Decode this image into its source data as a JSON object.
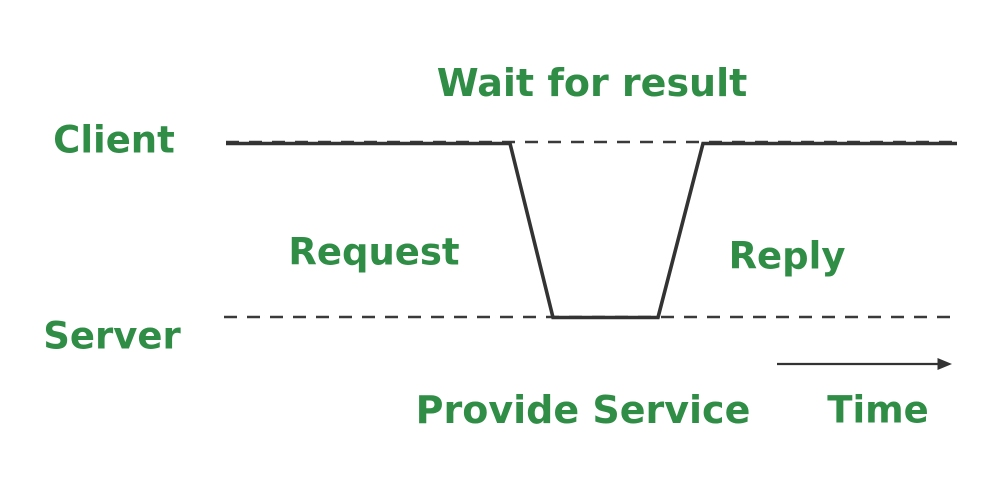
{
  "page": {
    "title": "Client-Server Request-Reply Timing Diagram",
    "background": "#ffffff"
  },
  "colors": {
    "label_green": "#2f8d46",
    "line_dark": "#333333",
    "dash_gray": "#3a3a3a"
  },
  "labels": {
    "client": "Client",
    "server": "Server",
    "wait_for_result": "Wait for result",
    "request": "Request",
    "reply": "Reply",
    "provide_service": "Provide Service",
    "time": "Time"
  },
  "icons": {
    "time_arrow": "right-arrow-icon"
  }
}
